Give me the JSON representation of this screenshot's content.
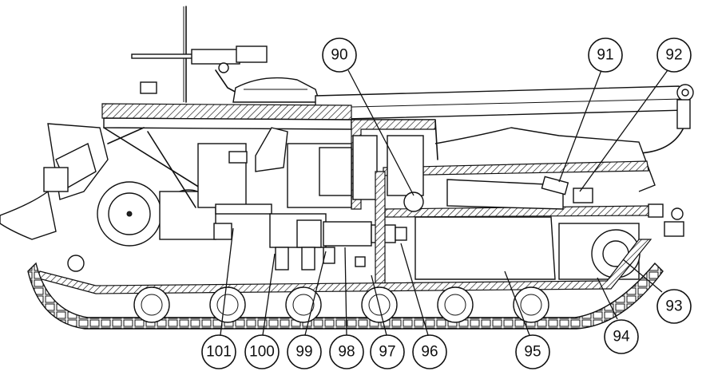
{
  "diagram": {
    "callouts": [
      {
        "id": "c90",
        "label": "90"
      },
      {
        "id": "c91",
        "label": "91"
      },
      {
        "id": "c92",
        "label": "92"
      },
      {
        "id": "c93",
        "label": "93"
      },
      {
        "id": "c94",
        "label": "94"
      },
      {
        "id": "c95",
        "label": "95"
      },
      {
        "id": "c96",
        "label": "96"
      },
      {
        "id": "c97",
        "label": "97"
      },
      {
        "id": "c98",
        "label": "98"
      },
      {
        "id": "c99",
        "label": "99"
      },
      {
        "id": "c100",
        "label": "100"
      },
      {
        "id": "c101",
        "label": "101"
      }
    ]
  }
}
